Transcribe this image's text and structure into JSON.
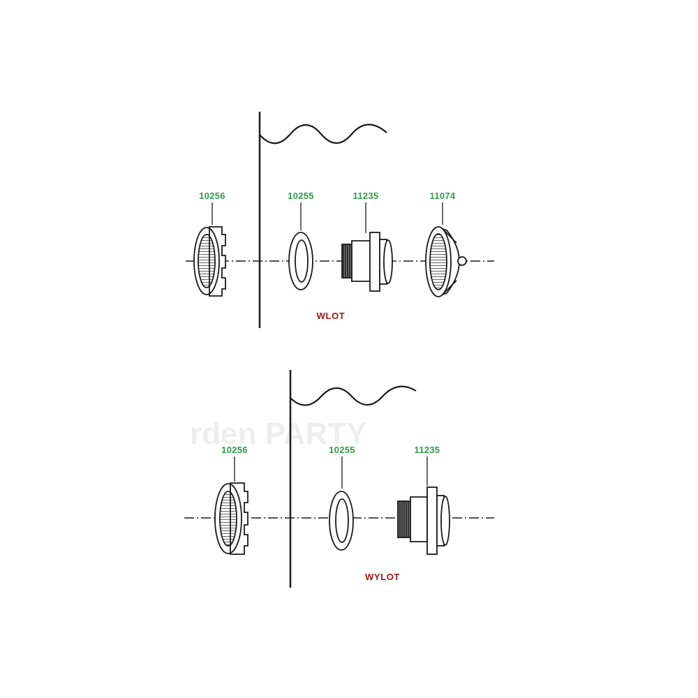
{
  "colors": {
    "label": "#2e9a4a",
    "title": "#a0161a",
    "line": "#1a1a1a",
    "watermark": "#eeeeee"
  },
  "watermark": {
    "text": "rden PARTY"
  },
  "sections": [
    {
      "title": "WLOT",
      "parts": [
        {
          "code": "10256",
          "kind": "nut"
        },
        {
          "code": "10255",
          "kind": "gasket"
        },
        {
          "code": "11235",
          "kind": "fitting"
        },
        {
          "code": "11074",
          "kind": "nozzle"
        }
      ]
    },
    {
      "title": "WYLOT",
      "parts": [
        {
          "code": "10256",
          "kind": "nut"
        },
        {
          "code": "10255",
          "kind": "gasket"
        },
        {
          "code": "11235",
          "kind": "fitting"
        }
      ]
    }
  ]
}
